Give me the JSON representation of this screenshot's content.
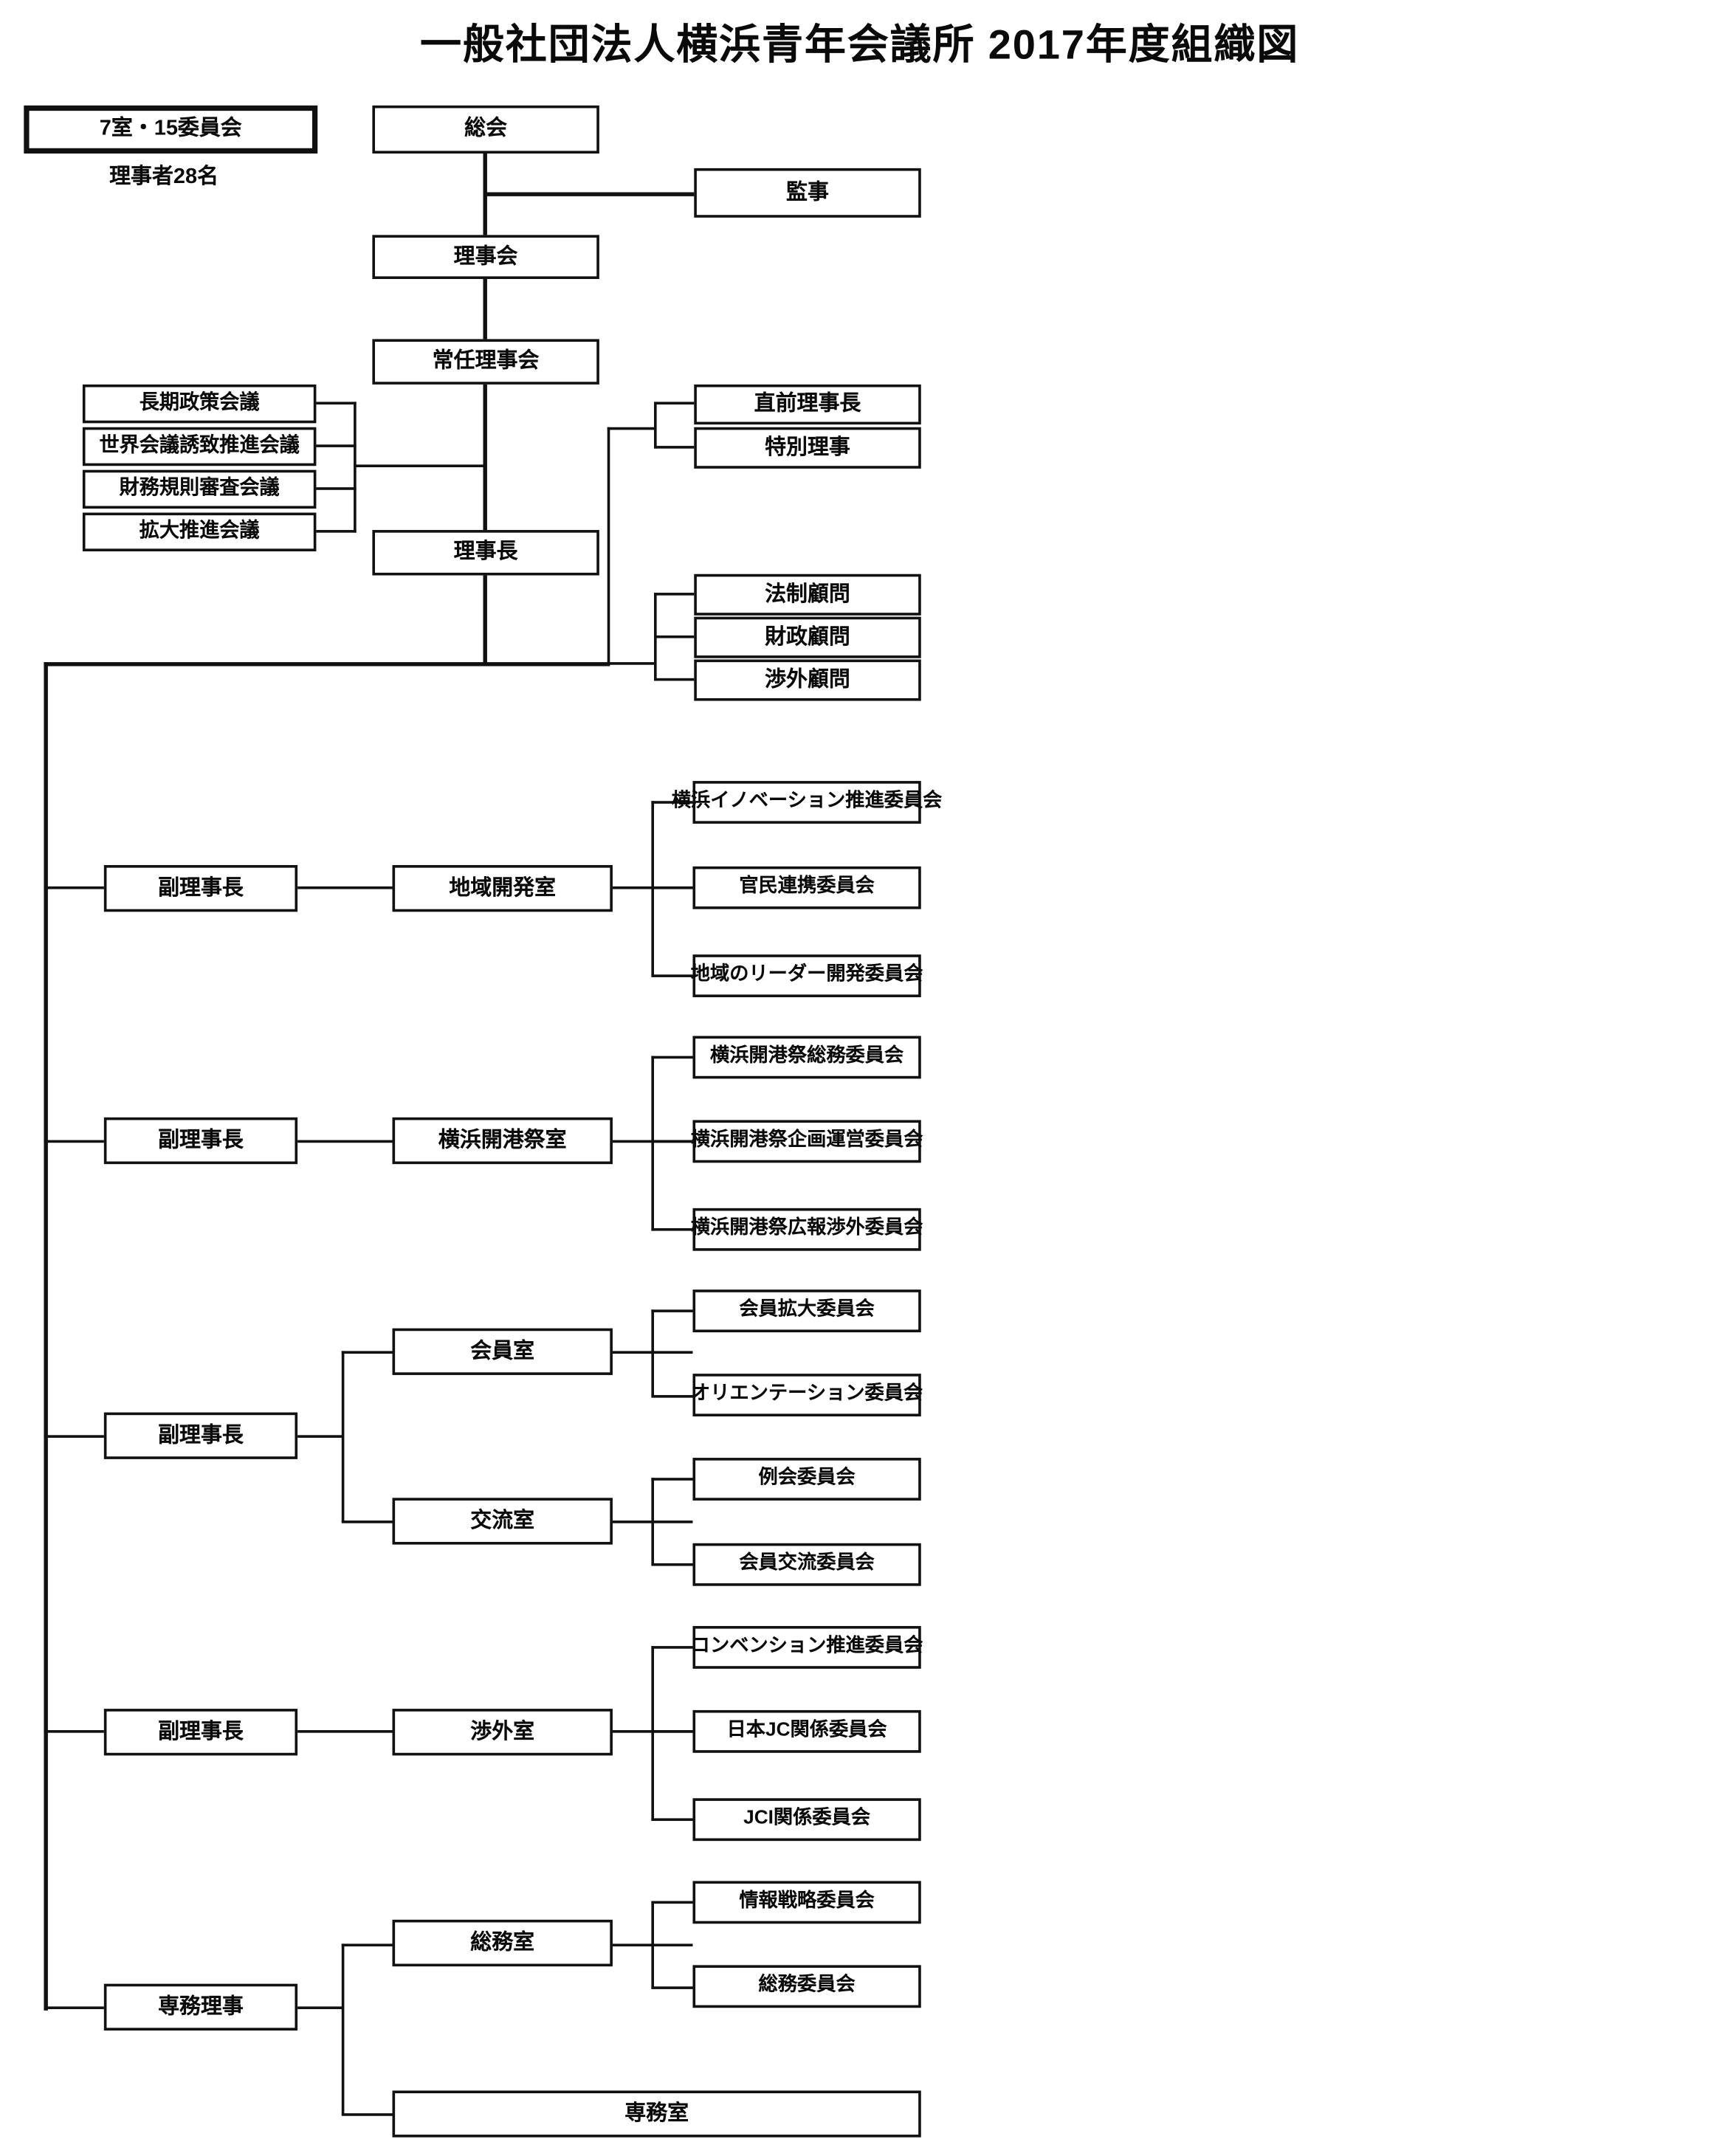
{
  "title": "一般社団法人横浜青年会議所  2017年度組織図",
  "legend": {
    "box_label": "7室・15委員会",
    "caption": "理事者28名"
  },
  "governance": {
    "general_assembly": "総会",
    "auditor": "監事",
    "board_of_directors": "理事会",
    "standing_board": "常任理事会",
    "president": "理事長"
  },
  "councils": [
    "長期政策会議",
    "世界会議誘致推進会議",
    "財務規則審査会議",
    "拡大推進会議"
  ],
  "directors_right": [
    "直前理事長",
    "特別理事"
  ],
  "advisors": [
    "法制顧問",
    "財政顧問",
    "渉外顧問"
  ],
  "branches": [
    {
      "officer": "副理事長",
      "rooms": [
        {
          "room": "地域開発室",
          "committees": [
            "横浜イノベーション推進委員会",
            "官民連携委員会",
            "地域のリーダー開発委員会"
          ]
        }
      ]
    },
    {
      "officer": "副理事長",
      "rooms": [
        {
          "room": "横浜開港祭室",
          "committees": [
            "横浜開港祭総務委員会",
            "横浜開港祭企画運営委員会",
            "横浜開港祭広報渉外委員会"
          ]
        }
      ]
    },
    {
      "officer": "副理事長",
      "rooms": [
        {
          "room": "会員室",
          "committees": [
            "会員拡大委員会",
            "オリエンテーション委員会"
          ]
        },
        {
          "room": "交流室",
          "committees": [
            "例会委員会",
            "会員交流委員会"
          ]
        }
      ]
    },
    {
      "officer": "副理事長",
      "rooms": [
        {
          "room": "渉外室",
          "committees": [
            "コンベンション推進委員会",
            "日本JC関係委員会",
            "JCI関係委員会"
          ]
        }
      ]
    },
    {
      "officer": "専務理事",
      "rooms": [
        {
          "room": "総務室",
          "committees": [
            "情報戦略委員会",
            "総務委員会"
          ]
        },
        {
          "room": "専務室",
          "committees": []
        }
      ]
    }
  ],
  "colors": {
    "line": "#111111",
    "background": "#ffffff",
    "text": "#0a0a0a"
  }
}
